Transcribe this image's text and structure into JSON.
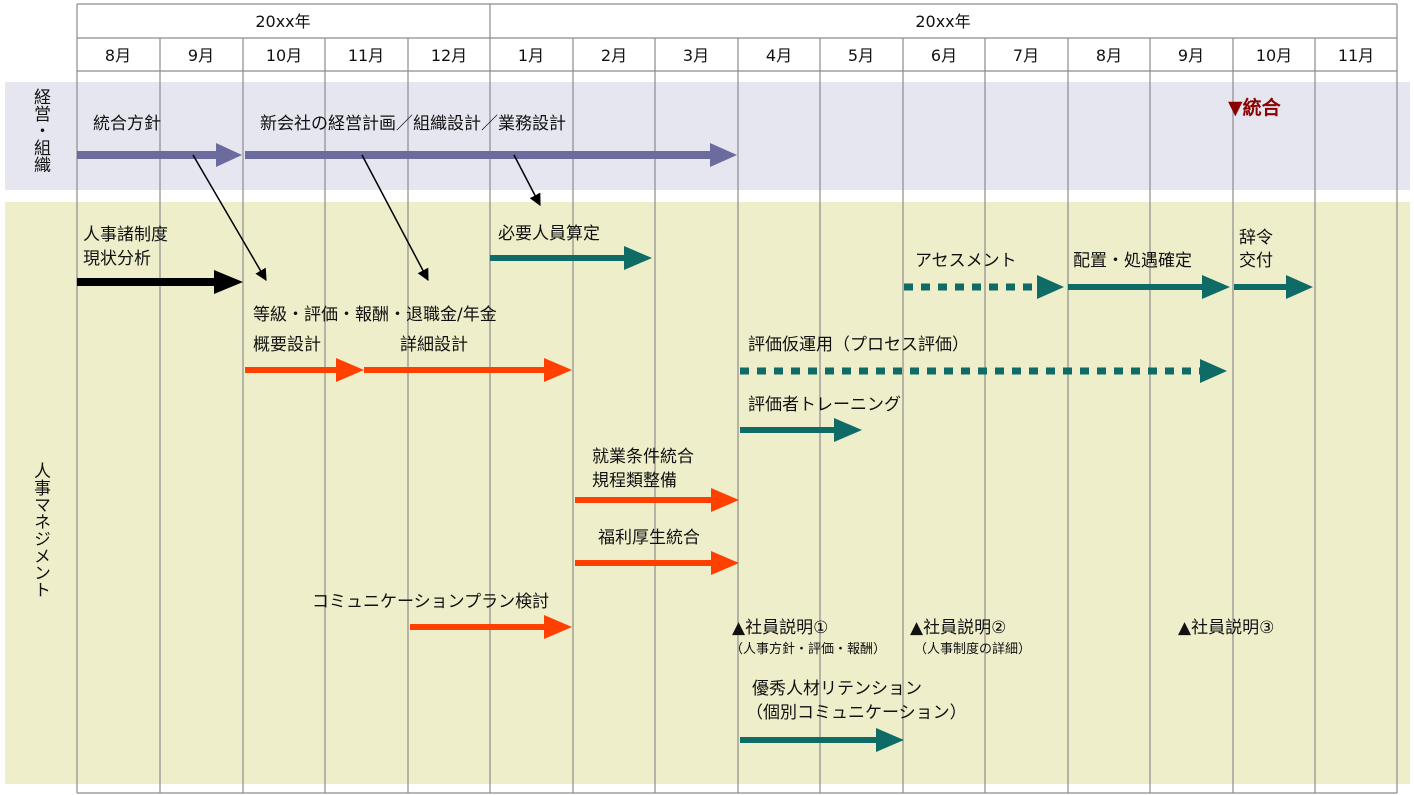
{
  "header": {
    "years": [
      "20xx年",
      "20xx年"
    ],
    "months": [
      "8月",
      "9月",
      "10月",
      "11月",
      "12月",
      "1月",
      "2月",
      "3月",
      "4月",
      "5月",
      "6月",
      "7月",
      "8月",
      "9月",
      "10月",
      "11月"
    ]
  },
  "sections": {
    "management": "経営・組織",
    "hr": "人事マネジメント"
  },
  "milestone": {
    "label": "▼統合",
    "color": "#8b0000"
  },
  "colors": {
    "purple": "#6b6b9e",
    "teal": "#0f6b66",
    "red": "#ff4000",
    "black": "#000000",
    "band_management": "#e6e6f0",
    "band_hr": "#efeecb",
    "grid": "#8c8c8c"
  },
  "labels": {
    "policy": "統合方針",
    "plan": "新会社の経営計画／組織設計／業務設計",
    "hr_current_1": "人事諸制度",
    "hr_current_2": "現状分析",
    "staffing": "必要人員算定",
    "assessment": "アセスメント",
    "placement": "配置・処遇確定",
    "appoint_1": "辞令",
    "appoint_2": "交付",
    "grading": "等級・評価・報酬・退職金/年金",
    "overview": "概要設計",
    "detail": "詳細設計",
    "eval_trial": "評価仮運用（プロセス評価）",
    "eval_training": "評価者トレーニング",
    "work_rules_1": "就業条件統合",
    "work_rules_2": "規程類整備",
    "welfare": "福利厚生統合",
    "comm_plan": "コミュニケーションプラン検討",
    "explain1": "▲社員説明①",
    "explain1_sub": "（人事方針・評価・報酬）",
    "explain2": "▲社員説明②",
    "explain2_sub": "（人事制度の詳細）",
    "explain3": "▲社員説明③",
    "retention_1": "優秀人材リテンション",
    "retention_2": "（個別コミュニケーション）"
  }
}
